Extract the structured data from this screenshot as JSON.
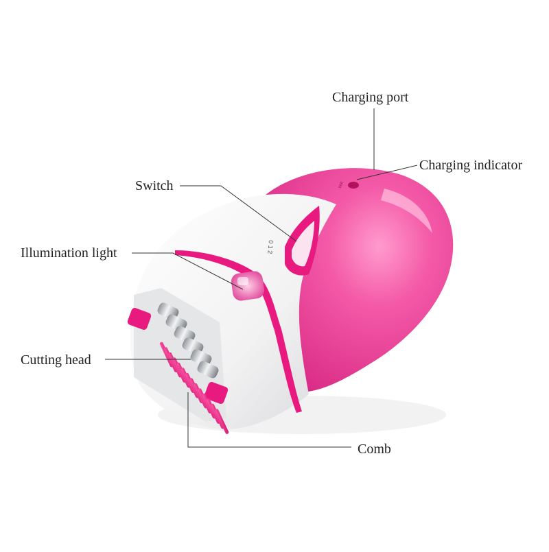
{
  "labels": {
    "charging_port": "Charging port",
    "charging_indicator": "Charging indicator",
    "switch": "Switch",
    "illumination_light": "Illumination light",
    "cutting_head": "Cutting head",
    "comb": "Comb"
  },
  "product": {
    "body_color": "#f0479e",
    "body_highlight": "#ff8cc6",
    "shell_color": "#f6f6f6",
    "accent_color": "#e8197f",
    "metal_color": "#c9cccf",
    "switch_marks": "0 1 2"
  }
}
